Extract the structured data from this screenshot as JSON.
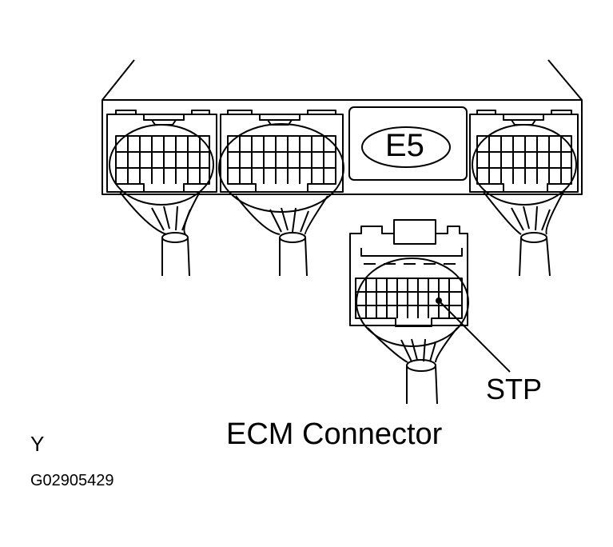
{
  "diagram": {
    "title": "ECM Connector",
    "connector_id": "E5",
    "terminal_label": "STP",
    "side_marker": "Y",
    "figure_code": "G02905429"
  },
  "colors": {
    "line": "#000000",
    "background": "#ffffff"
  }
}
